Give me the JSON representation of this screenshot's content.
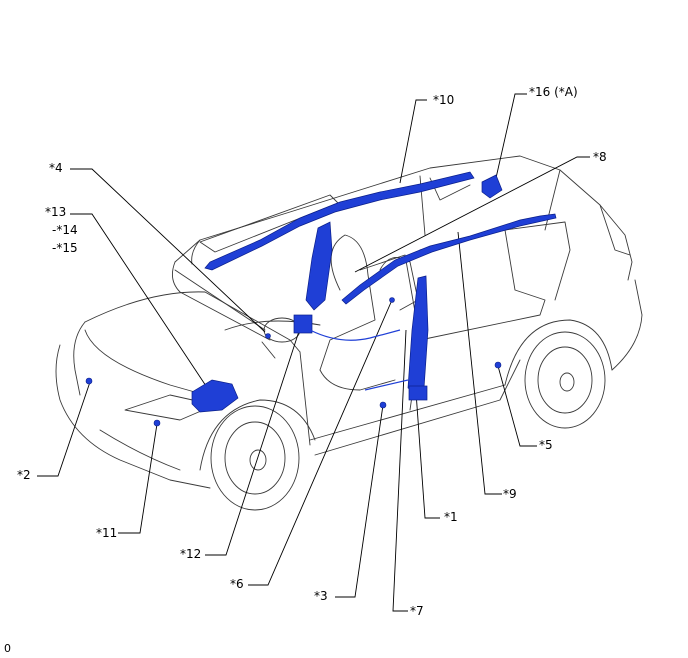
{
  "labels": {
    "l1": "*1",
    "l2": "*2",
    "l3": "*3",
    "l4": "*4",
    "l5": "*5",
    "l6": "*6",
    "l7": "*7",
    "l8": "*8",
    "l9": "*9",
    "l10": "*10",
    "l11": "*11",
    "l12": "*12",
    "l13": "*13",
    "l14": "-*14",
    "l15": "-*15",
    "l16": "*16 (*A)"
  },
  "footer": {
    "code": "0"
  },
  "colors": {
    "component": "#1f3fd6",
    "component_dark": "#0b1f8a",
    "outline": "#3a3a3a",
    "leader": "#000000"
  }
}
